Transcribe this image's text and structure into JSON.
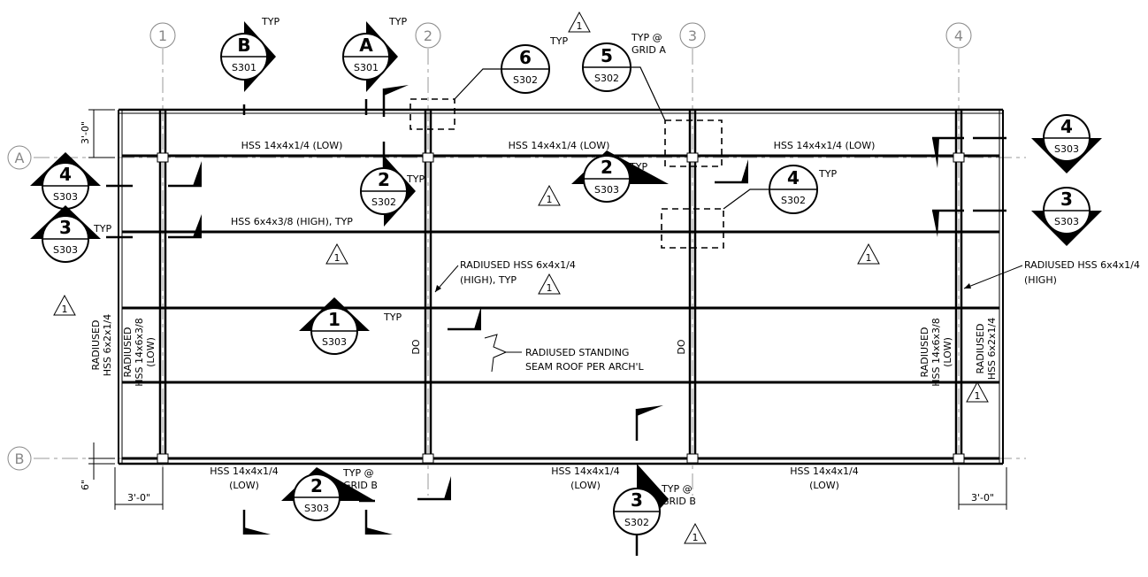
{
  "grid": {
    "columns": [
      "1",
      "2",
      "3",
      "4"
    ],
    "rows": [
      "A",
      "B"
    ]
  },
  "dimensions": {
    "top_left": "3'-0\"",
    "bottom_left": "6\"",
    "bottom_span_left": "3'-0\"",
    "bottom_span_right": "3'-0\""
  },
  "beams": {
    "grid_a_1": "HSS 14x4x1/4 (LOW)",
    "grid_a_2": "HSS 14x4x1/4 (LOW)",
    "grid_a_3": "HSS 14x4x1/4 (LOW)",
    "high_beam": "HSS 6x4x3/8 (HIGH), TYP",
    "grid_b_1_line1": "HSS 14x4x1/4",
    "grid_b_1_line2": "(LOW)",
    "grid_b_2_line1": "HSS 14x4x1/4",
    "grid_b_2_line2": "(LOW)",
    "grid_b_3_line1": "HSS 14x4x1/4",
    "grid_b_3_line2": "(LOW)"
  },
  "notes": {
    "radiused_mid_1": "RADIUSED HSS 6x4x1/4",
    "radiused_mid_2": "(HIGH), TYP",
    "radiused_right_1": "RADIUSED HSS 6x4x1/4",
    "radiused_right_2": "(HIGH)",
    "roof_1": "RADIUSED STANDING",
    "roof_2": "SEAM ROOF PER ARCH'L",
    "vert_left_outer_1": "RADIUSED",
    "vert_left_outer_2": "HSS 6x2x1/4",
    "vert_left_inner_1": "RADIUSED",
    "vert_left_inner_2": "HSS 14x6x3/8",
    "vert_left_inner_3": "(LOW)",
    "vert_right_inner_1": "RADIUSED",
    "vert_right_inner_2": "HSS 14x6x3/8",
    "vert_right_inner_3": "(LOW)",
    "vert_right_outer_1": "RADIUSED",
    "vert_right_outer_2": "HSS 6x2x1/4",
    "do": "DO"
  },
  "revision": "1",
  "section_markers": [
    {
      "id": "B",
      "sheet": "S301",
      "note": "TYP"
    },
    {
      "id": "A",
      "sheet": "S301",
      "note": "TYP"
    },
    {
      "id": "2",
      "sheet": "S302",
      "note": "TYP"
    },
    {
      "id": "1",
      "sheet": "S303",
      "note": "TYP"
    },
    {
      "id": "4",
      "sheet": "S303",
      "note": ""
    },
    {
      "id": "3",
      "sheet": "S303",
      "note": "TYP"
    },
    {
      "id": "2",
      "sheet": "S303",
      "note": "TYP"
    },
    {
      "id": "2",
      "sheet": "S303",
      "note_1": "TYP @",
      "note_2": "GRID B"
    },
    {
      "id": "3",
      "sheet": "S302",
      "note_1": "TYP @",
      "note_2": "GRID B"
    },
    {
      "id": "4",
      "sheet": "S303",
      "note": ""
    },
    {
      "id": "3",
      "sheet": "S303",
      "note": ""
    }
  ],
  "detail_markers": [
    {
      "id": "6",
      "sheet": "S302",
      "note": "TYP"
    },
    {
      "id": "5",
      "sheet": "S302",
      "note_1": "TYP @",
      "note_2": "GRID A"
    },
    {
      "id": "4",
      "sheet": "S302",
      "note": "TYP"
    }
  ]
}
